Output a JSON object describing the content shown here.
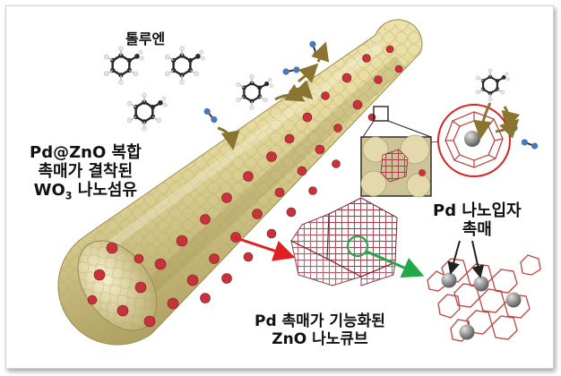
{
  "labels": {
    "toluene": "톨루엔",
    "fiber": {
      "line1": "Pd@ZnO 복합",
      "line2": "촉매가 결착된",
      "line3_pre": "WO",
      "line3_sub": "3",
      "line3_post": " 나노섬유"
    },
    "pd_nano": {
      "line1": "Pd 나노입자",
      "line2": "촉매"
    },
    "zno_cube": {
      "line1": "Pd 촉매가 기능화된",
      "line2": "ZnO 나노큐브"
    }
  },
  "colors": {
    "fiber": "#e8dca0",
    "fiber_shadow": "#b8a968",
    "pd_particle": "#c8323a",
    "red_arrow": "#e02020",
    "green_arrow": "#22a84a",
    "carbon_atom": "#2a2a2a",
    "hydrogen_atom": "#e6e6e6",
    "nitrogen_atom": "#4a78b8",
    "transport_arrow": "#8a7530",
    "cage": "#c03a3a",
    "pd_core": "#9a9a9a"
  },
  "icons": [
    "toluene-molecule-icon",
    "gas-molecule-icon",
    "magnifier-box-icon",
    "pd-nanoparticle-icon"
  ]
}
